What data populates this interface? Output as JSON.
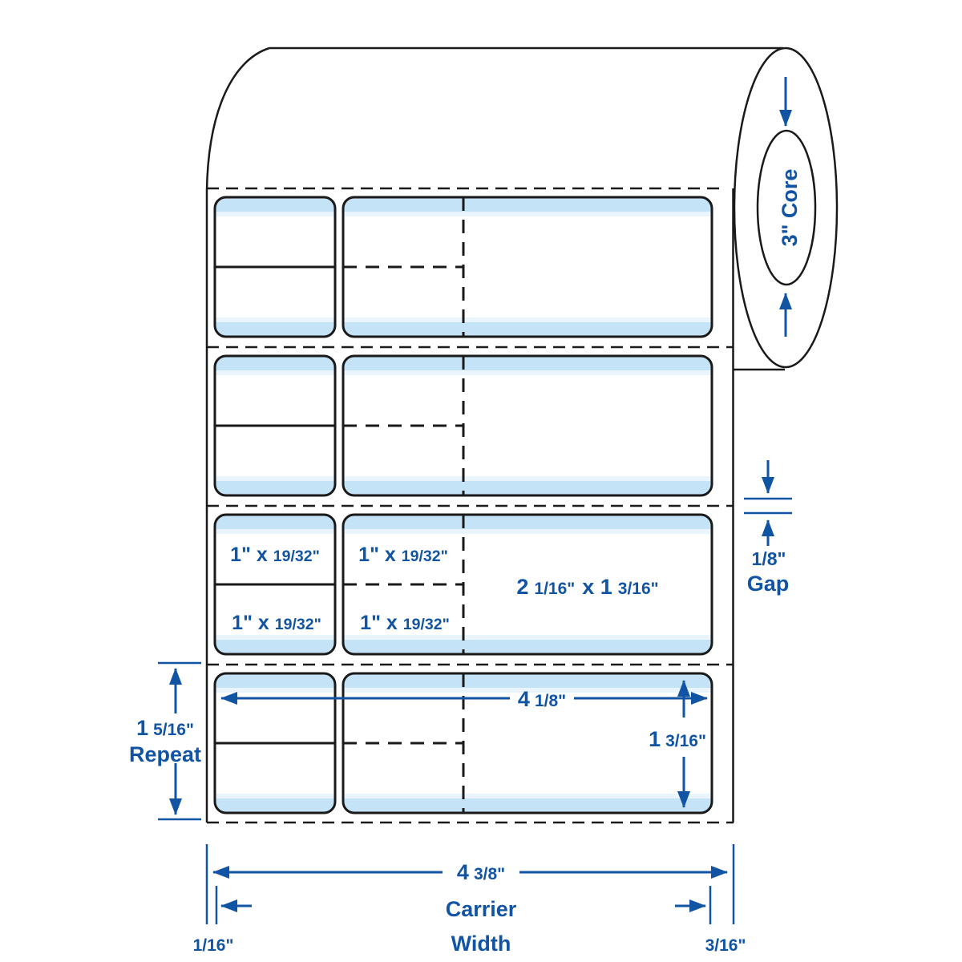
{
  "colors": {
    "accent_blue": "#1254A4",
    "label_tint_blue": "#C5E3F7",
    "line_black": "#1A1A1A"
  },
  "roll": {
    "core_label": "3\" Core"
  },
  "row3": {
    "small_top": {
      "main": "1\" x",
      "frac": "19/32\""
    },
    "small_bottom": {
      "main": "1\" x",
      "frac": "19/32\""
    },
    "combo_top": {
      "main": "1\" x",
      "frac": "19/32\""
    },
    "combo_bottom": {
      "main": "1\" x",
      "frac": "19/32\""
    },
    "combo_right": {
      "p1": "2",
      "p2": "1/16\"",
      "p3": "x 1",
      "p4": "3/16\""
    }
  },
  "dimensions": {
    "label_width": {
      "whole": "4",
      "frac": "1/8\""
    },
    "label_height": {
      "whole": "1",
      "frac": "3/16\""
    },
    "repeat": {
      "whole": "1",
      "frac": "5/16\"",
      "word": "Repeat"
    },
    "gap": {
      "value": "1/8\"",
      "word": "Gap"
    },
    "carrier_width": {
      "whole": "4",
      "frac": "3/8\"",
      "word1": "Carrier",
      "word2": "Width"
    },
    "left_margin": "1/16\"",
    "right_margin": "3/16\""
  }
}
